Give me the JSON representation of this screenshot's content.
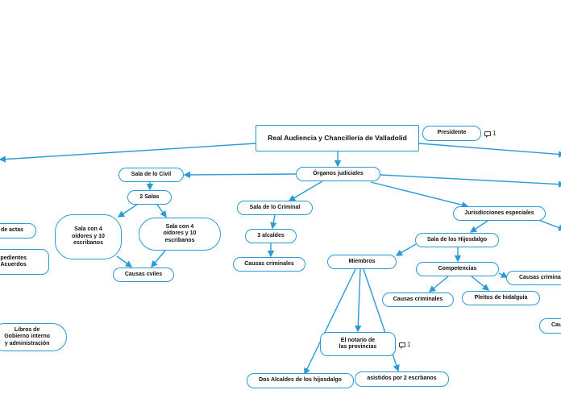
{
  "map": {
    "root": "Real Audiencia y Chancillería de Valladolid",
    "presidente": "Presidente",
    "organos": "Órganos judiciales",
    "sala_civil": "Sala de lo Civil",
    "dos_salas": "2 Salas",
    "sala_4_a": "Sala con 4\noidores  y 10\nescribanos",
    "sala_4_b": "Sala con 4\noidores  y 10\nescribanos",
    "causas_civiles": "Causas cviles",
    "sala_criminal": "Sala de lo Criminal",
    "tres_alcaldes": "3 alcaldes",
    "causas_criminales_1": "Causas criminales",
    "jurisdicciones": "Jurisdicciones especiales",
    "sala_hijosdalgo": "Sala de los Hijosdalgo",
    "miembros": "Miembros",
    "competencias": "Competencias",
    "causas_criminales_2": "Causas criminales",
    "pleitos": "Pleitos de hidalguía",
    "causas_criminal_edge": "Causas criminal",
    "notario": "El notario de\nlas provincias",
    "dos_alcaldes": "Dos Alcaldes de los hijosdalgo",
    "asistidos": "asistidos por 2 escrbanos",
    "de_actas": "de actas",
    "expedientes": "pedientes\nAcuerdos",
    "libros": "Libros de\nGobierno interno\ny administración",
    "cau": "Cau"
  },
  "comments": {
    "presidente_count": "1",
    "notario_count": "1"
  },
  "colors": {
    "line": "#2a9ad6",
    "border": "#2a9ad6",
    "text": "#111111"
  }
}
